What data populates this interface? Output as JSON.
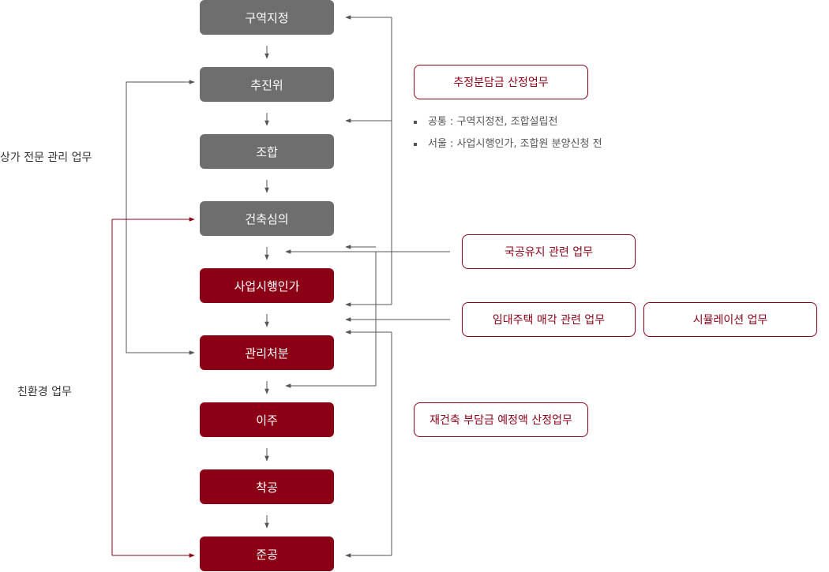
{
  "steps": [
    {
      "label": "구역지정",
      "color": "gray"
    },
    {
      "label": "추진위",
      "color": "gray"
    },
    {
      "label": "조합",
      "color": "gray"
    },
    {
      "label": "건축심의",
      "color": "gray"
    },
    {
      "label": "사업시행인가",
      "color": "red"
    },
    {
      "label": "관리처분",
      "color": "red"
    },
    {
      "label": "이주",
      "color": "red"
    },
    {
      "label": "착공",
      "color": "red"
    },
    {
      "label": "준공",
      "color": "red"
    }
  ],
  "side_labels": {
    "commercial": "상가 전문 관리 업무",
    "eco": "친환경 업무"
  },
  "boxes": {
    "estimate": "추정분담금 산정업무",
    "state_land": "국공유지 관련 업무",
    "rental": "임대주택 매각 관련 업무",
    "simulation": "시뮬레이션 업무",
    "reconstruction": "재건축 부담금 예정액 산정업무"
  },
  "notes": [
    "공통 : 구역지정전, 조합설립전",
    "서울 : 사업시행인가, 조합원 분양신청 전"
  ],
  "colors": {
    "gray": "#6e6e6e",
    "red": "#8c0016",
    "line": "#555555"
  }
}
